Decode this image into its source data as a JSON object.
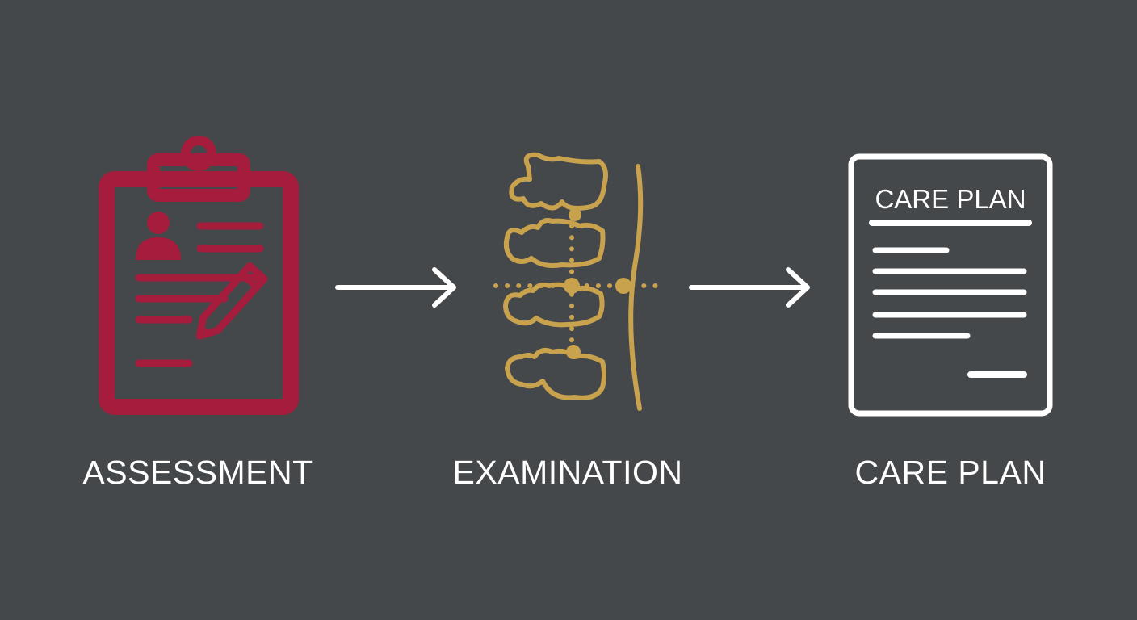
{
  "colors": {
    "background": "#45484b",
    "assessment_accent": "#a61c3c",
    "examination_accent": "#c9a24e",
    "care_plan_accent": "#ffffff",
    "label_text": "#ffffff"
  },
  "steps": [
    {
      "label": "ASSESSMENT",
      "icon": "clipboard-icon"
    },
    {
      "label": "EXAMINATION",
      "icon": "spine-icon"
    },
    {
      "label": "CARE PLAN",
      "icon": "document-icon"
    }
  ],
  "document": {
    "heading": "CARE PLAN"
  }
}
